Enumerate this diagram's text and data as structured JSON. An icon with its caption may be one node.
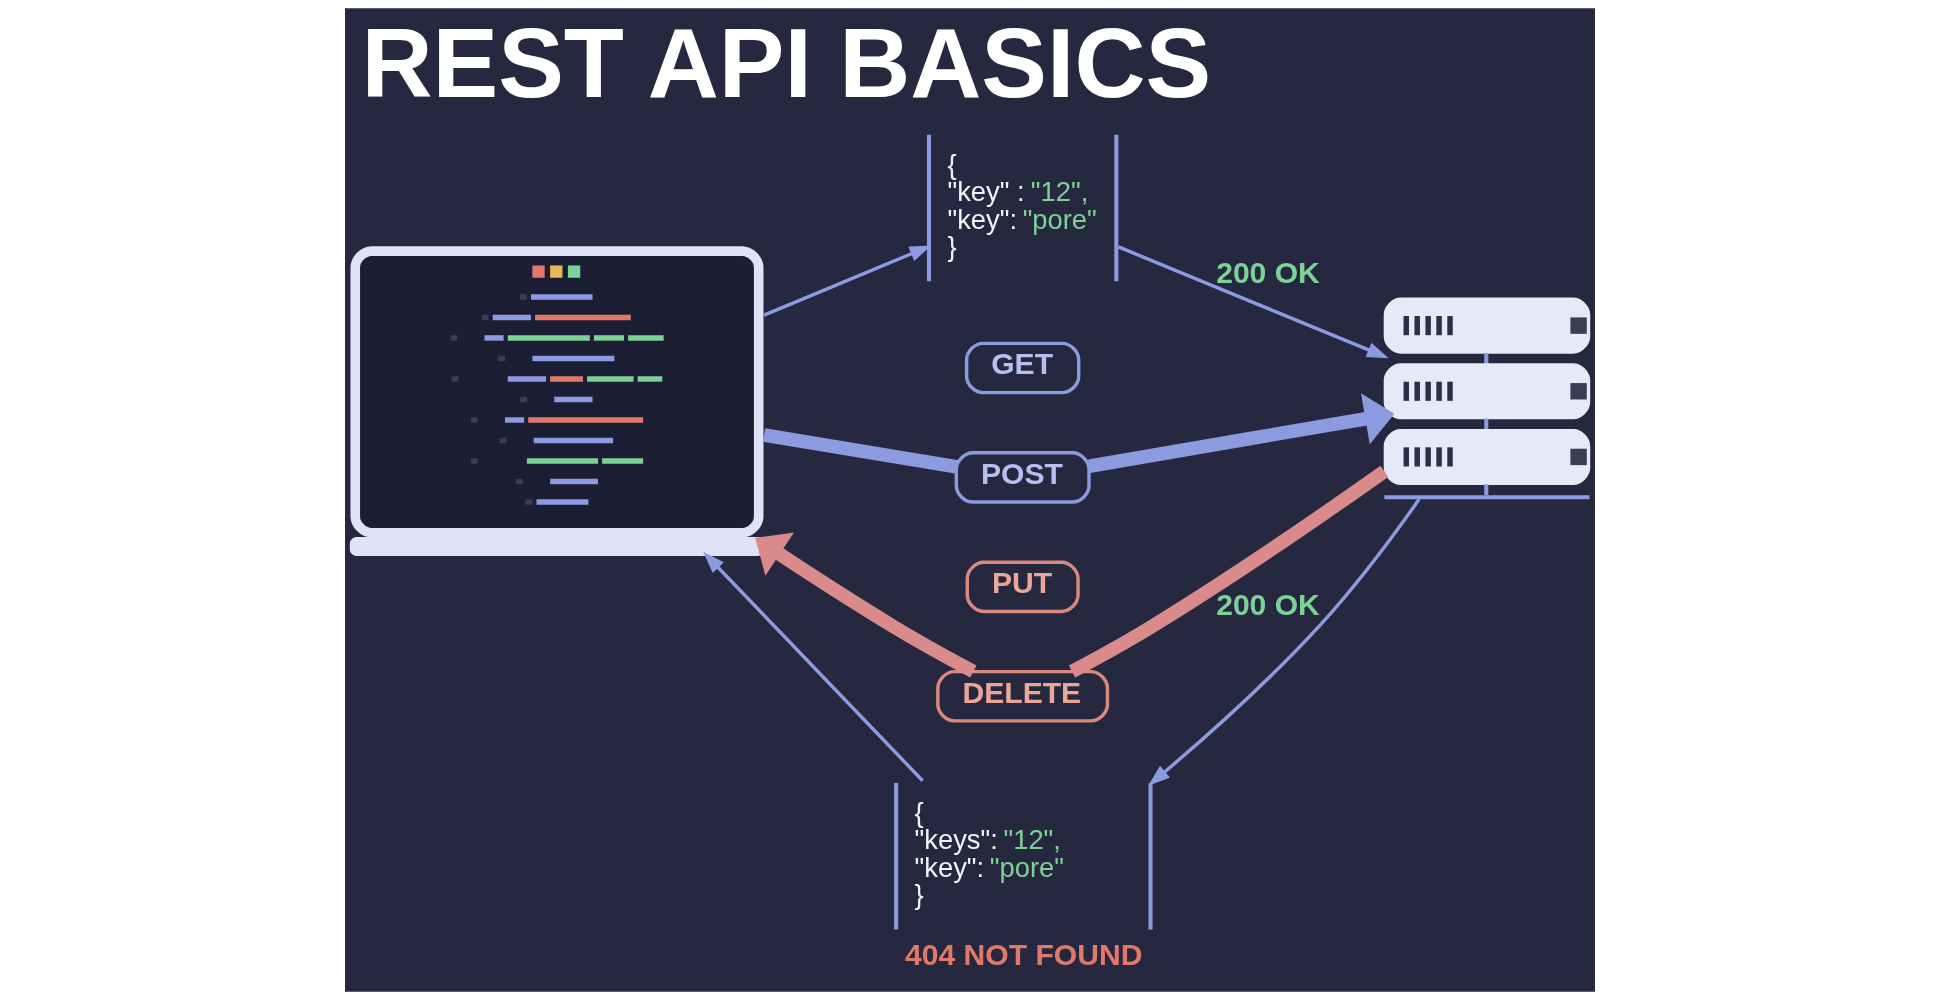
{
  "diagram": {
    "title": "REST API BASICS",
    "nodes": [
      {
        "text": [
          "{ \"key\" : \"12\", \"key\": \"pore\" }"
        ]
      },
      {
        "text": [],
        "shape": "picture"
      },
      {
        "text": [
          "GET"
        ]
      },
      {
        "text": [
          "POST"
        ]
      },
      {
        "text": [],
        "shape": "picture"
      },
      {
        "text": [
          "PUT"
        ]
      },
      {
        "text": [
          "DELETE"
        ]
      },
      {
        "text": [
          "{ \"keys\": \"12\", \"key\": \"pore\" }",
          "404 NOT FOUND"
        ]
      }
    ],
    "edges": [
      {
        "from": 1,
        "to": 0,
        "arrow": "to"
      },
      {
        "from": 0,
        "to": 4,
        "arrow": "to",
        "label": "200 OK"
      },
      {
        "from": 4,
        "to": 7,
        "arrow": "to",
        "label": "200 OK"
      },
      {
        "from": 7,
        "to": 1,
        "arrow": "to"
      },
      {
        "from": 1,
        "to": 3,
        "arrow": "none",
        "style": "thick"
      },
      {
        "from": 3,
        "to": 4,
        "arrow": "to",
        "style": "thick"
      },
      {
        "from": 4,
        "to": 6,
        "arrow": "none",
        "style": "thick",
        "color": "#d98a8a"
      },
      {
        "from": 6,
        "to": 1,
        "arrow": "to",
        "style": "thick",
        "color": "#d98a8a"
      }
    ]
  }
}
